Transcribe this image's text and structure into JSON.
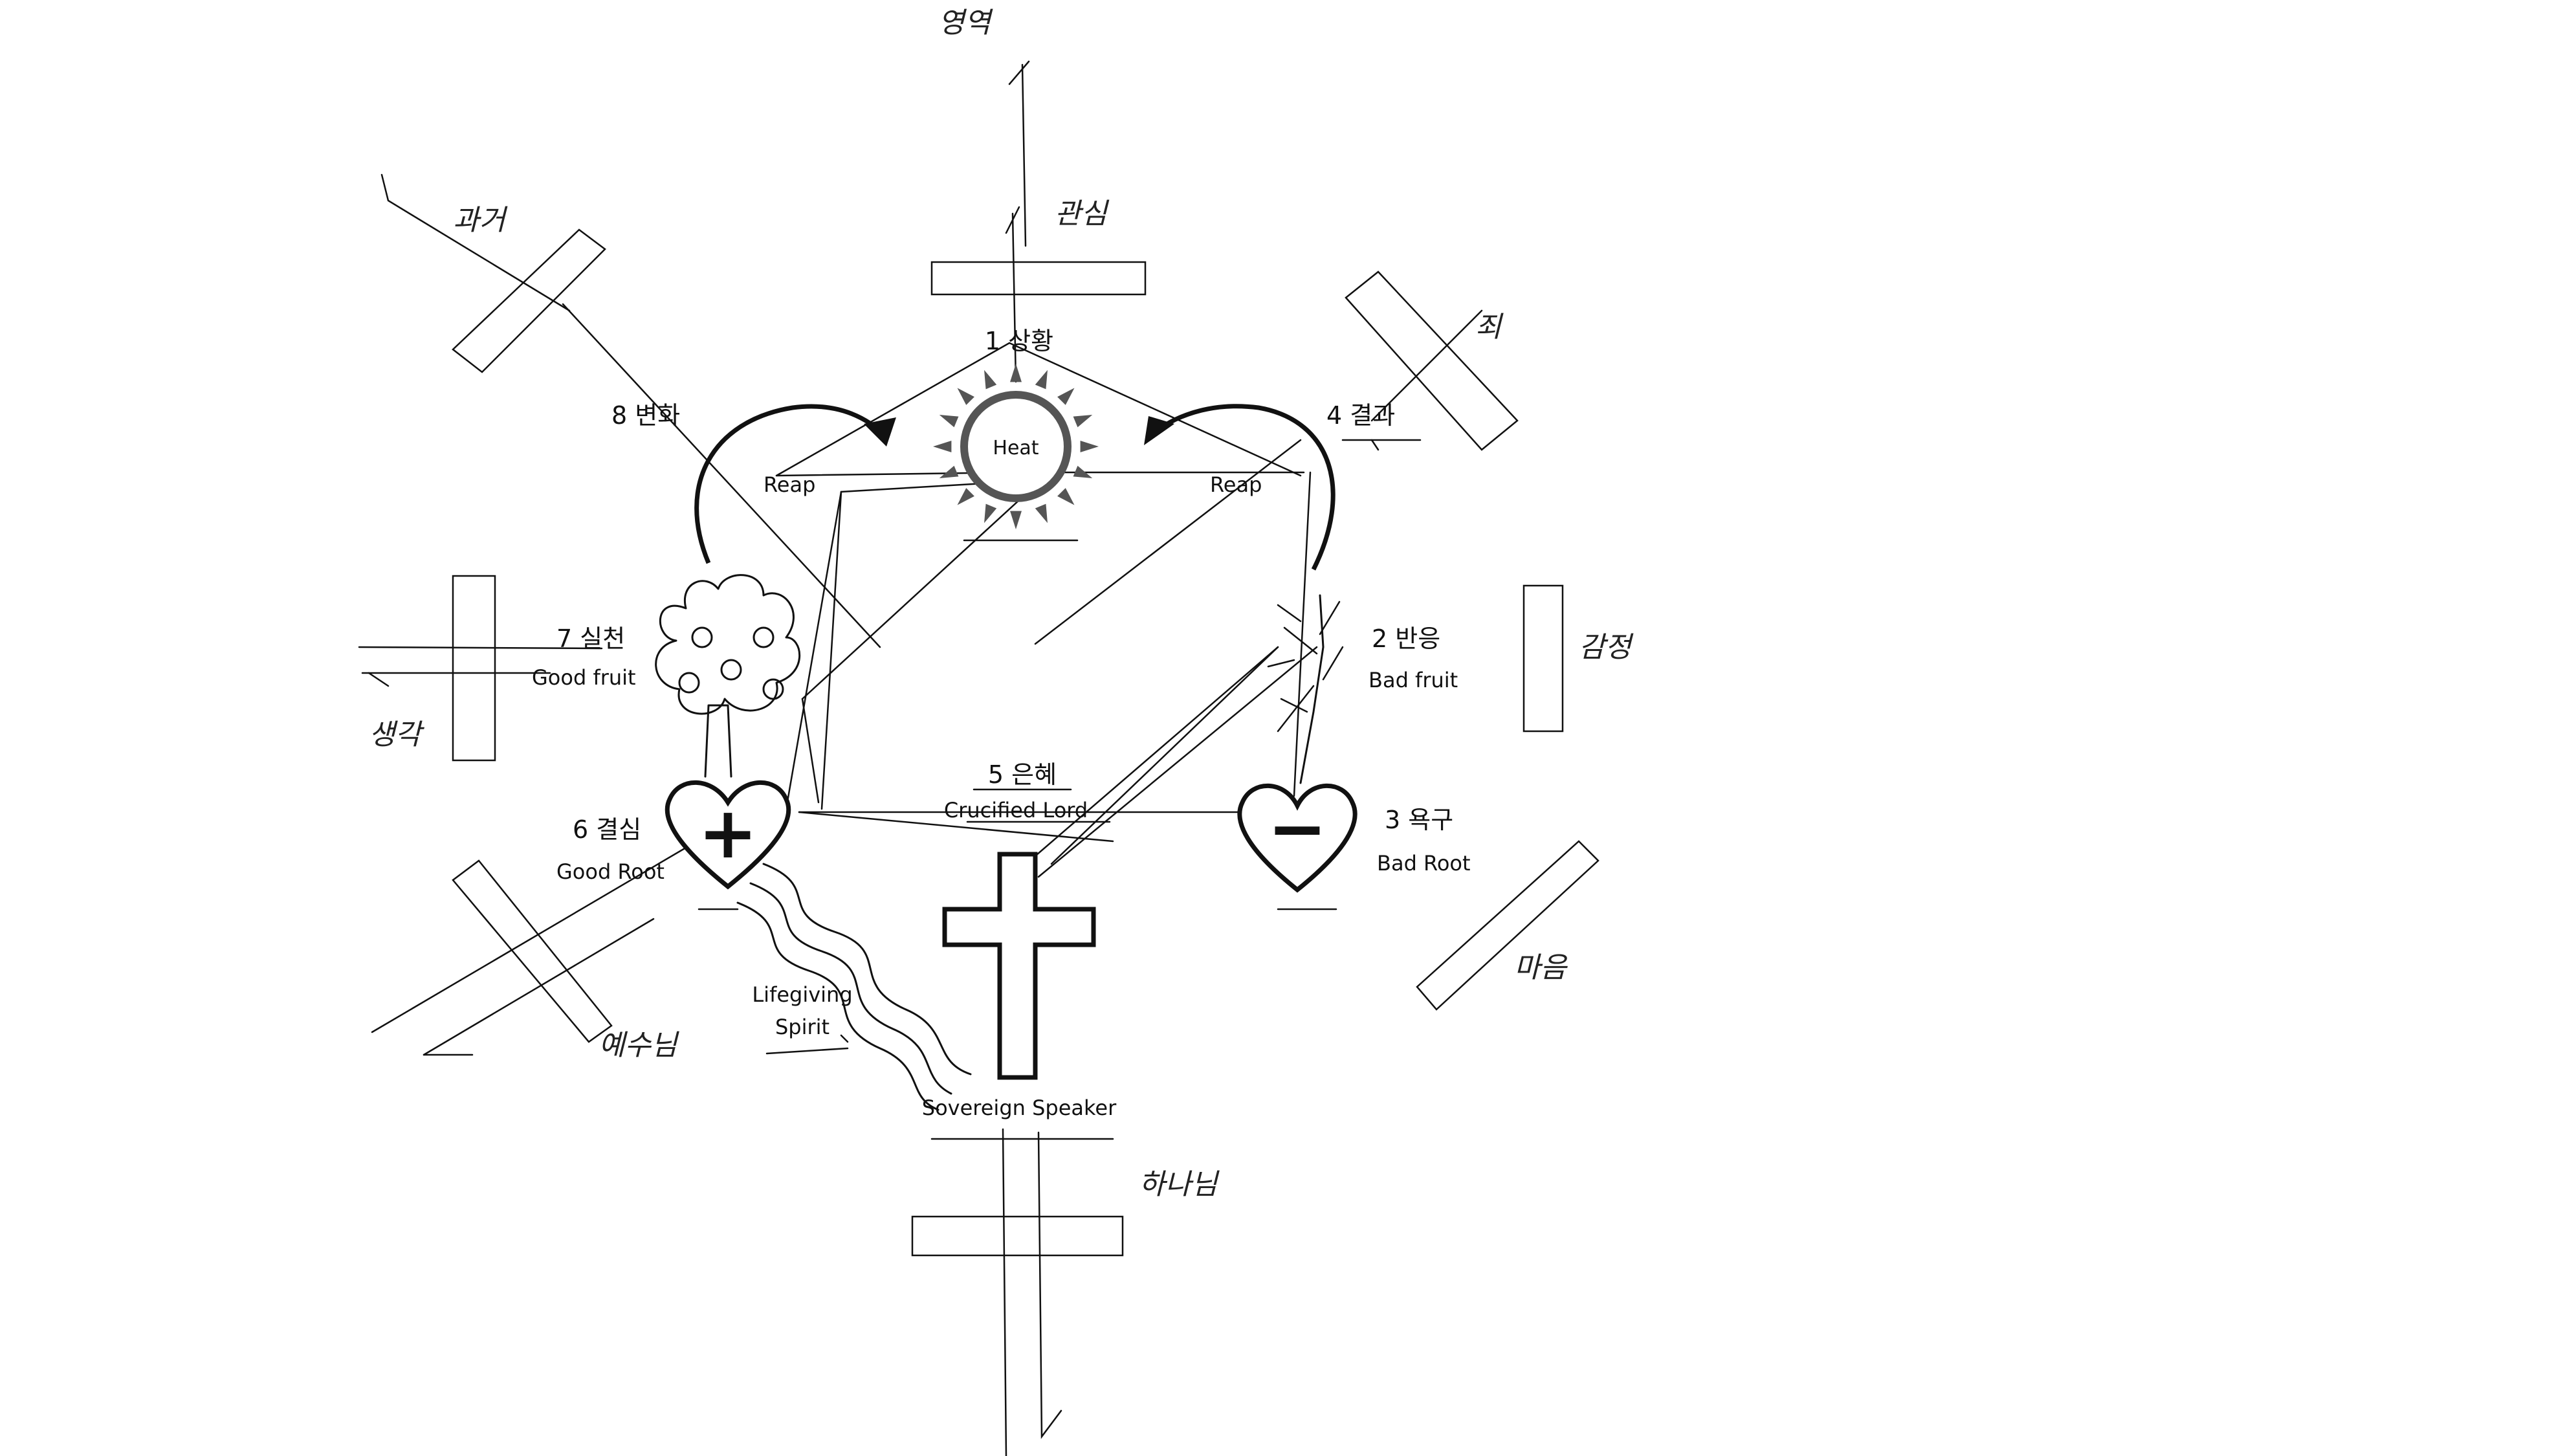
{
  "diagram": {
    "center": {
      "heat_label": "Heat"
    },
    "stages": [
      {
        "id": "1",
        "number_label": "1 상황"
      },
      {
        "id": "2",
        "number_label": "2 반응",
        "sub_label": "Bad fruit"
      },
      {
        "id": "3",
        "number_label": "3 욕구",
        "sub_label": "Bad Root"
      },
      {
        "id": "4",
        "number_label": "4 결과"
      },
      {
        "id": "5",
        "number_label": "5 은혜",
        "sub_label": "Crucified Lord"
      },
      {
        "id": "6",
        "number_label": "6 결심",
        "sub_label": "Good Root"
      },
      {
        "id": "7",
        "number_label": "7 실천",
        "sub_label": "Good fruit"
      },
      {
        "id": "8",
        "number_label": "8 변화"
      }
    ],
    "reap_left": "Reap",
    "reap_right": "Reap",
    "spirit_line1": "Lifegiving",
    "spirit_line2": "Spirit",
    "speaker": "Sovereign Speaker",
    "good_heart_symbol": "+",
    "bad_heart_symbol": "−"
  },
  "handwritten": {
    "top": "영역",
    "top_inner": "관심",
    "top_left": "과거",
    "top_right": "죄",
    "left": "생각",
    "right": "감정",
    "bottom_left": "예수님",
    "bottom_right": "마음",
    "bottom": "하나님"
  },
  "icons": [
    "sun-icon",
    "apple-tree-icon",
    "dead-tree-icon",
    "good-heart-icon",
    "bad-heart-icon",
    "cross-icon",
    "river-icon",
    "arrow-left-curve-icon",
    "arrow-right-curve-icon"
  ]
}
